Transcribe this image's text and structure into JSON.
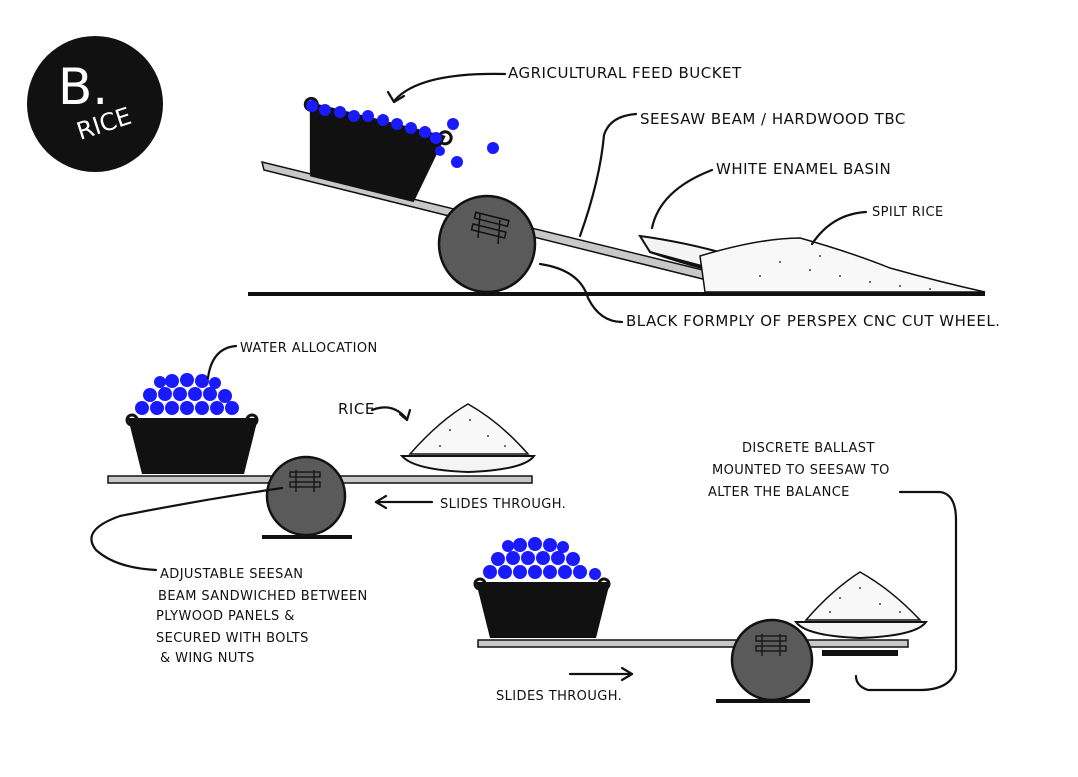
{
  "badge": {
    "letter": "B.",
    "word": "RICE"
  },
  "colors": {
    "ink": "#111111",
    "ball": "#1a1aff",
    "wheel": "#5a5a5a",
    "beam": "#c8c8c8",
    "rice": "#f4f4f4"
  },
  "top_scene": {
    "labels": {
      "bucket": "AGRICULTURAL FEED BUCKET",
      "beam": "SEESAW BEAM / HARDWOOD TBC",
      "basin": "WHITE ENAMEL BASIN",
      "spilt": "SPILT RICE",
      "wheel": "BLACK FORMPLY OF PERSPEX CNC CUT WHEEL."
    }
  },
  "middle_scene": {
    "labels": {
      "water": "WATER ALLOCATION",
      "rice": "RICE",
      "slides": "SLIDES THROUGH.",
      "adjustable": [
        "ADJUSTABLE SEESAN",
        "BEAM SANDWICHED BETWEEN",
        "PLYWOOD PANELS &",
        "SECURED WITH BOLTS",
        "& WING NUTS"
      ]
    }
  },
  "bottom_scene": {
    "labels": {
      "ballast": [
        "DISCRETE BALLAST",
        "MOUNTED TO SEESAW TO",
        "ALTER THE BALANCE"
      ],
      "slides": "SLIDES THROUGH."
    }
  }
}
